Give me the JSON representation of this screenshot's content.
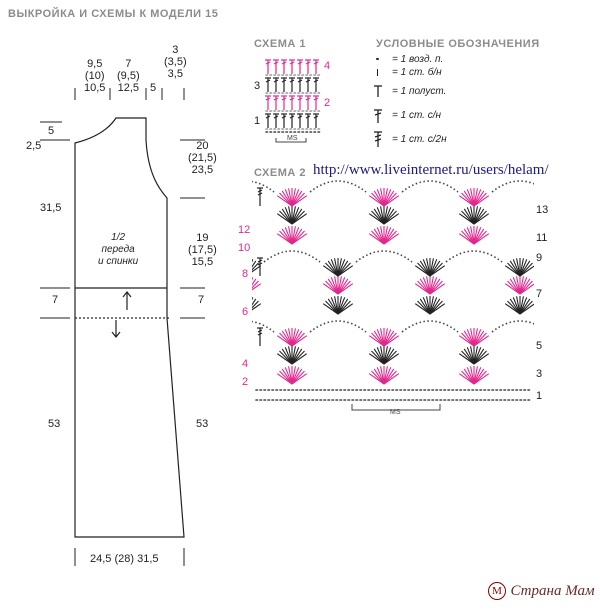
{
  "title": "ВЫКРОЙКА И СХЕМЫ К МОДЕЛИ 15",
  "scheme1": {
    "title": "СХЕМА 1",
    "rows_right": [
      "4",
      "2"
    ],
    "rows_left": [
      "3",
      "1"
    ],
    "ms": "MS"
  },
  "legend": {
    "title": "УСЛОВНЫЕ ОБОЗНАЧЕНИЯ",
    "items": [
      {
        "symbol": "chain",
        "text": "= 1 возд. п."
      },
      {
        "symbol": "sc",
        "text": "= 1 ст. б/н"
      },
      {
        "symbol": "hdc",
        "text": "= 1 полуст."
      },
      {
        "symbol": "dc",
        "text": "= 1 ст. с/н"
      },
      {
        "symbol": "tr",
        "text": "= 1 ст. с/2н"
      }
    ]
  },
  "scheme2": {
    "title": "СХЕМА 2",
    "url": "http://www.liveinternet.ru/users/helam/",
    "rows_right": [
      "13",
      "11",
      "9",
      "7",
      "5",
      "3",
      "1"
    ],
    "rows_left": [
      "12",
      "10",
      "8",
      "6",
      "4",
      "2"
    ],
    "ms": "MS"
  },
  "pattern": {
    "top_widths": [
      {
        "line1": "9,5",
        "line2": "(10)",
        "line3": "10,5"
      },
      {
        "line1": "7",
        "line2": "(9,5)",
        "line3": "12,5"
      },
      {
        "line1": "5"
      }
    ],
    "top_right": [
      "3",
      "(3,5)",
      "3,5"
    ],
    "left_dims": [
      "5",
      "2,5",
      "31,5",
      "7",
      "53"
    ],
    "right_dims": {
      "armhole": [
        "20",
        "(21,5)",
        "23,5"
      ],
      "side": [
        "19",
        "(17,5)",
        "15,5"
      ],
      "band": "7",
      "skirt": "53"
    },
    "center_label": [
      "1/2",
      "переда",
      "и спинки"
    ],
    "bottom": "24,5 (28) 31,5"
  },
  "watermark": {
    "text": "Страна Мам",
    "logo": "М"
  },
  "colors": {
    "pink": "#e0288f",
    "black": "#222222",
    "header": "#8c8c8c"
  }
}
